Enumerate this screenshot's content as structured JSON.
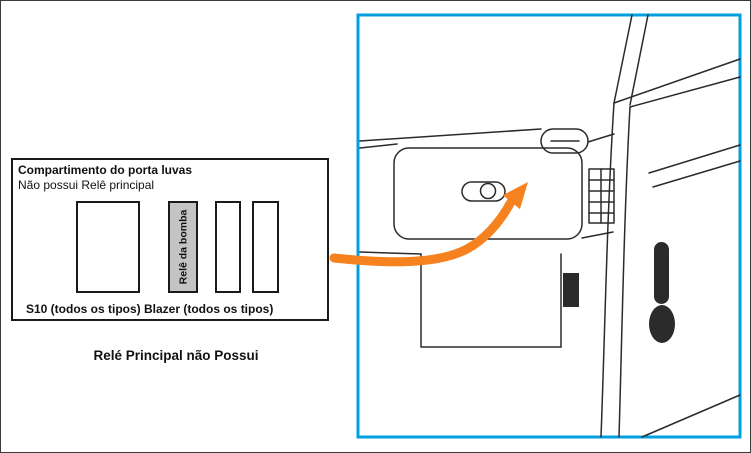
{
  "left_panel": {
    "line1": "Compartimento do porta luvas",
    "line2": "Não possui Relê principal",
    "relay_label": "Relê da bomba",
    "bottom_label": "S10 (todos os tipos) Blazer (todos os tipos)"
  },
  "caption": "Relé Principal não Possui",
  "colors": {
    "frame_blue": "#00a0e0",
    "arrow_orange": "#f5821f",
    "slot_gray": "#c4c4c4",
    "line_dark": "#2b2b2b"
  }
}
